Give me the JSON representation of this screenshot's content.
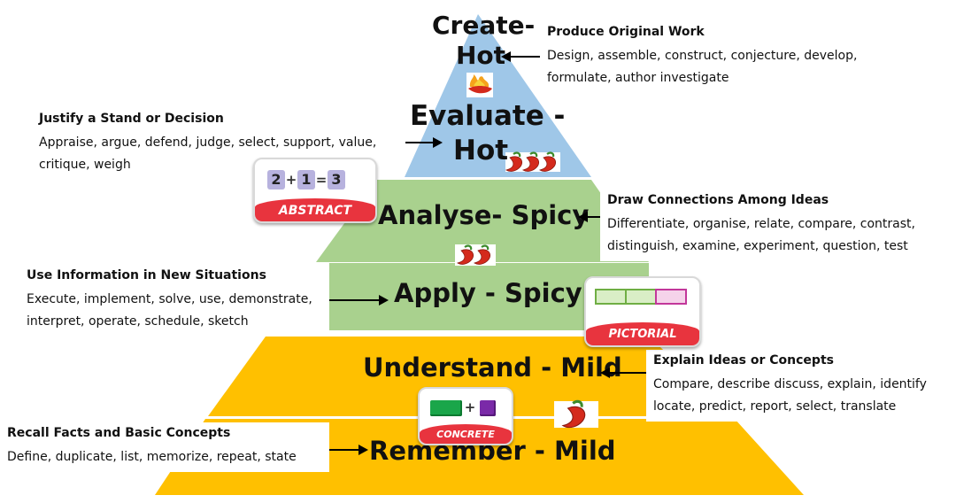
{
  "levels": {
    "create": {
      "line1": "Create-",
      "line2": "Hot"
    },
    "evaluate": {
      "line1": "Evaluate -",
      "line2": "Hot"
    },
    "analyse": "Analyse- Spicy",
    "apply": "Apply - Spicy",
    "understand": "Understand - Mild",
    "remember": "Remember - Mild"
  },
  "descriptions": {
    "create": {
      "heading": "Produce Original Work",
      "body": "Design, assemble, construct, conjecture, develop, formulate, author investigate"
    },
    "evaluate": {
      "heading": "Justify a Stand or Decision",
      "body": "Appraise, argue, defend, judge, select, support, value, critique, weigh"
    },
    "analyse": {
      "heading": "Draw Connections Among Ideas",
      "body": "Differentiate, organise, relate, compare, contrast, distinguish, examine, experiment, question, test"
    },
    "apply": {
      "heading": "Use Information in New Situations",
      "body": "Execute, implement, solve, use, demonstrate, interpret, operate, schedule, sketch"
    },
    "understand": {
      "heading": "Explain Ideas or Concepts",
      "body": "Compare, describe discuss, explain, identify locate, predict, report, select, translate"
    },
    "remember": {
      "heading": "Recall Facts and Basic Concepts",
      "body": "Define, duplicate, list, memorize, repeat, state"
    }
  },
  "cards": {
    "abstract": {
      "label": "ABSTRACT",
      "eq_a": "2",
      "eq_plus": "+",
      "eq_b": "1",
      "eq_equals": "=",
      "eq_c": "3"
    },
    "pictorial": {
      "label": "PICTORIAL"
    },
    "concrete": {
      "label": "CONCRETE",
      "plus": "+"
    }
  },
  "colors": {
    "hot_tier": "#9fc7e8",
    "spicy_tier": "#a9d18e",
    "mild_tier": "#ffc000",
    "card_band": "#e8343e",
    "chili": "#d42a1c"
  },
  "icons": [
    "flame-chili-icon",
    "chili-icon",
    "abstract-card-icon",
    "pictorial-card-icon",
    "concrete-card-icon"
  ]
}
